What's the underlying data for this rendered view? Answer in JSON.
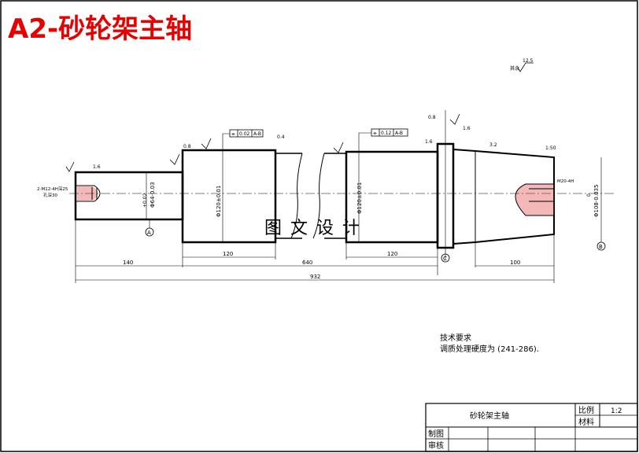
{
  "page_title": "A2-砂轮架主轴",
  "watermark": "图 文 设 计",
  "surface_finish_note": "12.5",
  "surface_finish_prefix": "其余",
  "dimensions": {
    "d140": "140",
    "d120_left": "120",
    "d640": "640",
    "d120_right": "120",
    "d100": "100",
    "d932": "932",
    "dia_left": "Φ64-0.03",
    "dia_left_tol": "+0.02",
    "dia_mid1": "Φ120±0.01",
    "dia_mid2": "Φ120±0.01",
    "dia_right": "Φ108-0.035",
    "dia_right_tol": "0",
    "taper": "1:50",
    "thread_left": "2-M12-4H深25",
    "thread_left_sub": "孔深30",
    "thread_right": "M20-4H",
    "datum_a": "A",
    "datum_b": "B",
    "datum_c": "C"
  },
  "tolerance_frames": [
    {
      "symbol": "⌯",
      "value": "0.02",
      "datum": "A-B"
    },
    {
      "symbol": "⌯",
      "value": "0.12",
      "datum": "A-B"
    }
  ],
  "roughness_marks": [
    "1.6",
    "0.8",
    "0.4",
    "1.6",
    "3.2",
    "0.8",
    "1.6"
  ],
  "technical_requirements": {
    "heading": "技术要求",
    "line1": "调质处理硬度为 (241-286)."
  },
  "title_block": {
    "part_name": "砂轮架主轴",
    "scale_label": "比例",
    "scale_value": "1:2",
    "material_label": "材料",
    "drawn_label": "制图",
    "checked_label": "审核"
  }
}
